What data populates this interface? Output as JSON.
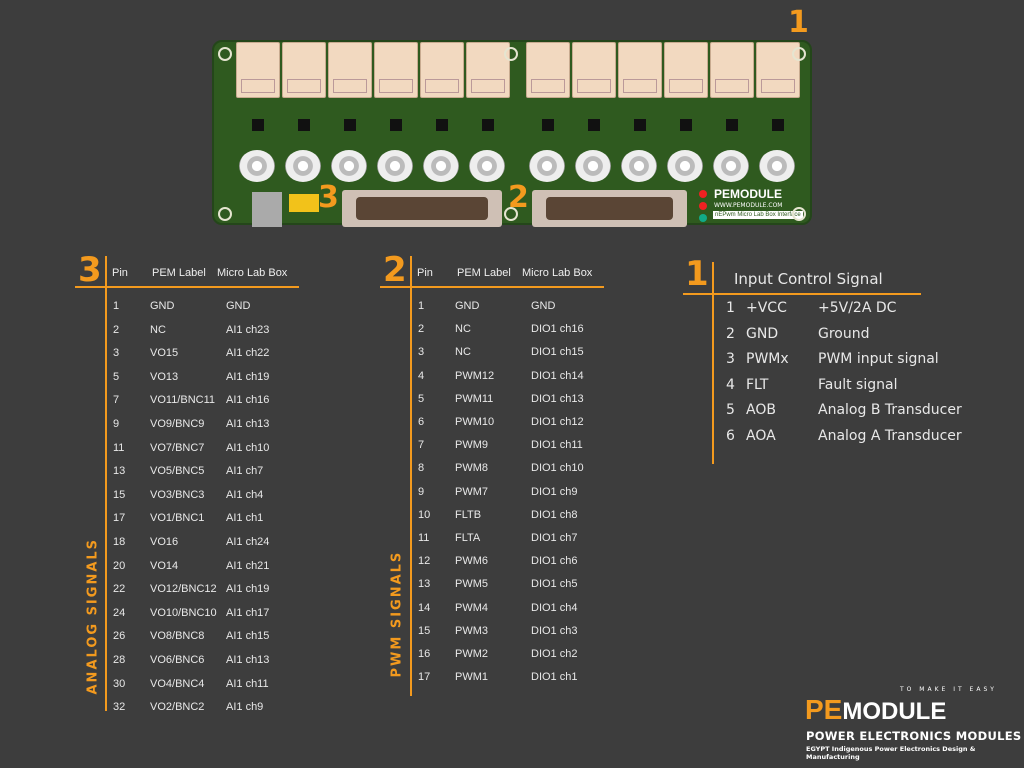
{
  "board": {
    "callouts": [
      "1",
      "2",
      "3"
    ],
    "logo_text": "PEMODULE",
    "url_text": "WWW.PEMODULE.COM",
    "interface_text": "nEPwm Micro Lab Box Interface",
    "pcb_color": "#2f5a1f"
  },
  "analog": {
    "number": "3",
    "side_label": "ANALOG SIGNALS",
    "headers": [
      "Pin",
      "PEM Label",
      "Micro Lab Box"
    ],
    "rows": [
      [
        "1",
        "GND",
        "GND"
      ],
      [
        "2",
        "NC",
        "AI1 ch23"
      ],
      [
        "3",
        "VO15",
        "AI1 ch22"
      ],
      [
        "5",
        "VO13",
        "AI1 ch19"
      ],
      [
        "7",
        "VO11/BNC11",
        "AI1 ch16"
      ],
      [
        "9",
        "VO9/BNC9",
        "AI1 ch13"
      ],
      [
        "11",
        "VO7/BNC7",
        "AI1 ch10"
      ],
      [
        "13",
        "VO5/BNC5",
        "AI1 ch7"
      ],
      [
        "15",
        "VO3/BNC3",
        "AI1 ch4"
      ],
      [
        "17",
        "VO1/BNC1",
        "AI1 ch1"
      ],
      [
        "18",
        "VO16",
        "AI1 ch24"
      ],
      [
        "20",
        "VO14",
        "AI1 ch21"
      ],
      [
        "22",
        "VO12/BNC12",
        "AI1 ch19"
      ],
      [
        "24",
        "VO10/BNC10",
        "AI1 ch17"
      ],
      [
        "26",
        "VO8/BNC8",
        "AI1 ch15"
      ],
      [
        "28",
        "VO6/BNC6",
        "AI1 ch13"
      ],
      [
        "30",
        "VO4/BNC4",
        "AI1 ch11"
      ],
      [
        "32",
        "VO2/BNC2",
        "AI1 ch9"
      ]
    ]
  },
  "pwm": {
    "number": "2",
    "side_label": "PWM SIGNALS",
    "headers": [
      "Pin",
      "PEM Label",
      "Micro Lab Box"
    ],
    "rows": [
      [
        "1",
        "GND",
        "GND"
      ],
      [
        "2",
        "NC",
        "DIO1 ch16"
      ],
      [
        "3",
        "NC",
        "DIO1 ch15"
      ],
      [
        "4",
        "PWM12",
        "DIO1 ch14"
      ],
      [
        "5",
        "PWM11",
        "DIO1 ch13"
      ],
      [
        "6",
        "PWM10",
        "DIO1 ch12"
      ],
      [
        "7",
        "PWM9",
        "DIO1 ch11"
      ],
      [
        "8",
        "PWM8",
        "DIO1 ch10"
      ],
      [
        "9",
        "PWM7",
        "DIO1 ch9"
      ],
      [
        "10",
        "FLTB",
        "DIO1 ch8"
      ],
      [
        "11",
        "FLTA",
        "DIO1 ch7"
      ],
      [
        "12",
        "PWM6",
        "DIO1 ch6"
      ],
      [
        "13",
        "PWM5",
        "DIO1 ch5"
      ],
      [
        "14",
        "PWM4",
        "DIO1 ch4"
      ],
      [
        "15",
        "PWM3",
        "DIO1 ch3"
      ],
      [
        "16",
        "PWM2",
        "DIO1 ch2"
      ],
      [
        "17",
        "PWM1",
        "DIO1 ch1"
      ]
    ]
  },
  "input": {
    "number": "1",
    "title": "Input Control Signal",
    "rows": [
      [
        "1",
        "+VCC",
        "+5V/2A  DC"
      ],
      [
        "2",
        "GND",
        "Ground"
      ],
      [
        "3",
        "PWMx",
        "PWM input signal"
      ],
      [
        "4",
        "FLT",
        "Fault signal"
      ],
      [
        "5",
        "AOB",
        "Analog B Transducer"
      ],
      [
        "6",
        "AOA",
        "Analog A Transducer"
      ]
    ]
  },
  "brand": {
    "tagline": "TO MAKE IT EASY",
    "logo_pe": "PE",
    "logo_module": "MODULE",
    "title": "POWER ELECTRONICS MODULES",
    "subtitle": "EGYPT Indigenous Power Electronics Design & Manufacturing",
    "accent": "#f39a1e"
  }
}
